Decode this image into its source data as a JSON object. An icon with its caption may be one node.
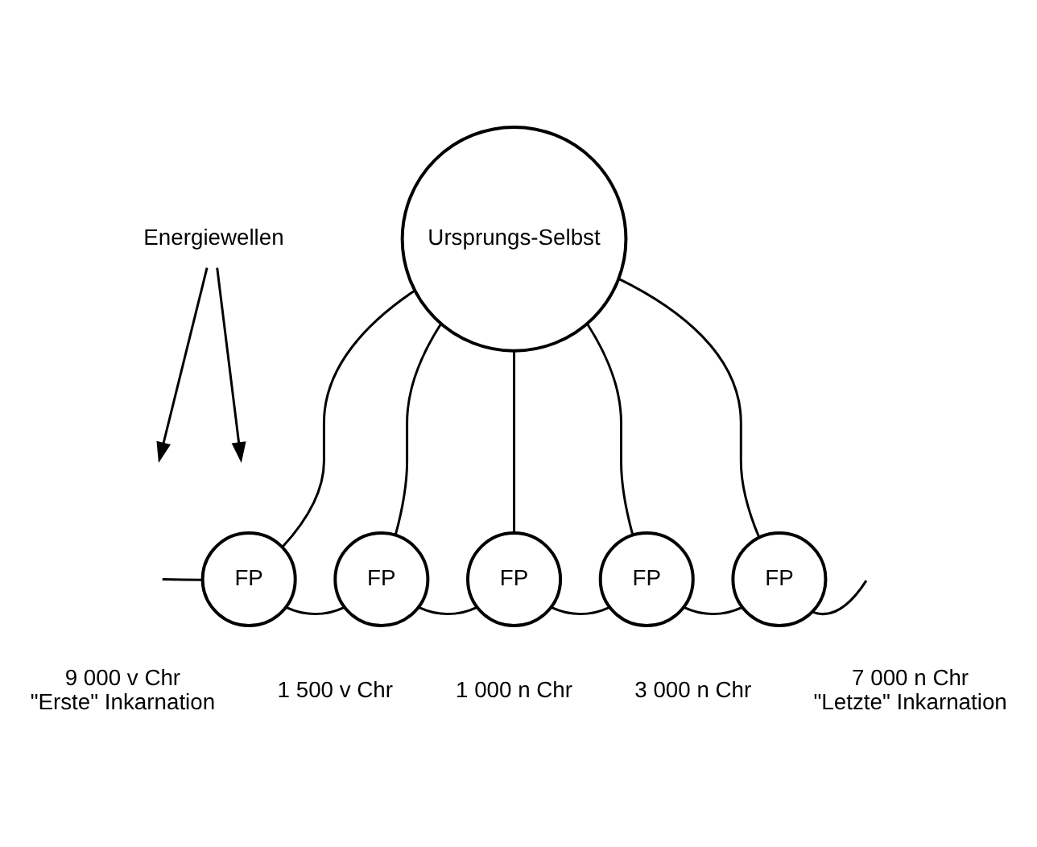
{
  "diagram": {
    "nodes": [
      {
        "text": [
          "Ursprungs-Selbst"
        ]
      },
      {
        "text": [
          "FP"
        ],
        "beside": [
          "9 000 v Chr",
          "\"Erste\" Inkarnation"
        ]
      },
      {
        "text": [
          "FP"
        ],
        "beside": [
          "1 500 v Chr"
        ]
      },
      {
        "text": [
          "FP"
        ],
        "beside": [
          "1 000 n Chr"
        ]
      },
      {
        "text": [
          "FP"
        ],
        "beside": [
          "3 000 n Chr"
        ]
      },
      {
        "text": [
          "FP"
        ],
        "beside": [
          "7 000 n Chr",
          "\"Letzte\" Inkarnation"
        ]
      },
      {
        "text": [
          "Energiewellen"
        ]
      }
    ],
    "edges": [
      {
        "from": 0,
        "to": 1,
        "arrow": "none"
      },
      {
        "from": 0,
        "to": 2,
        "arrow": "none"
      },
      {
        "from": 0,
        "to": 3,
        "arrow": "none"
      },
      {
        "from": 0,
        "to": 4,
        "arrow": "none"
      },
      {
        "from": 0,
        "to": 5,
        "arrow": "none"
      },
      {
        "from": null,
        "to": 1,
        "arrow": "none"
      },
      {
        "from": 1,
        "to": 2,
        "arrow": "none"
      },
      {
        "from": 2,
        "to": 3,
        "arrow": "none"
      },
      {
        "from": 3,
        "to": 4,
        "arrow": "none"
      },
      {
        "from": 4,
        "to": 5,
        "arrow": "none"
      },
      {
        "from": 5,
        "to": null,
        "arrow": "none"
      },
      {
        "from": 6,
        "to": null,
        "arrow": "to"
      },
      {
        "from": 6,
        "to": null,
        "arrow": "to"
      }
    ]
  }
}
